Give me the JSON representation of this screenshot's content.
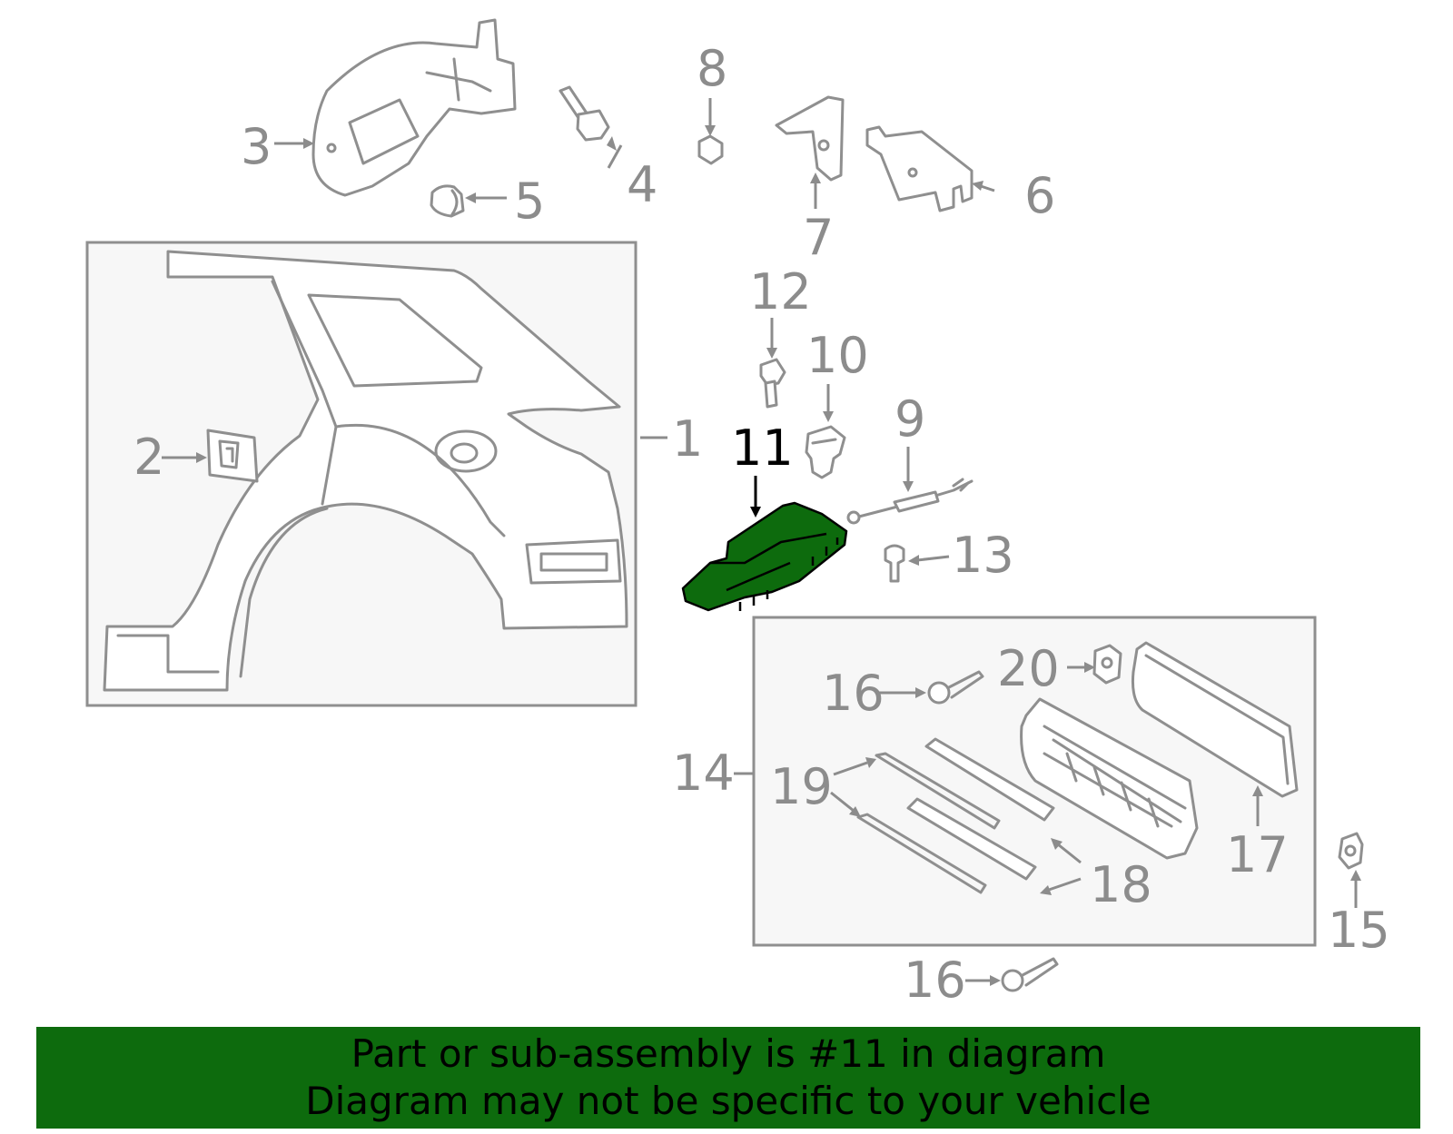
{
  "banner": {
    "line1": "Part or sub-assembly is #11 in diagram",
    "line2": "Diagram may not be specific to your vehicle"
  },
  "callouts": {
    "c1": "1",
    "c2": "2",
    "c3": "3",
    "c4": "4",
    "c5": "5",
    "c6": "6",
    "c7": "7",
    "c8": "8",
    "c9": "9",
    "c10": "10",
    "c11": "11",
    "c12": "12",
    "c13": "13",
    "c14": "14",
    "c15": "15",
    "c16a": "16",
    "c16b": "16",
    "c17": "17",
    "c18": "18",
    "c19": "19",
    "c20": "20"
  },
  "highlight_part": "11",
  "colors": {
    "highlight": "#0d6b0d",
    "line": "#8c8c8c",
    "box_fill": "#f7f7f7"
  }
}
